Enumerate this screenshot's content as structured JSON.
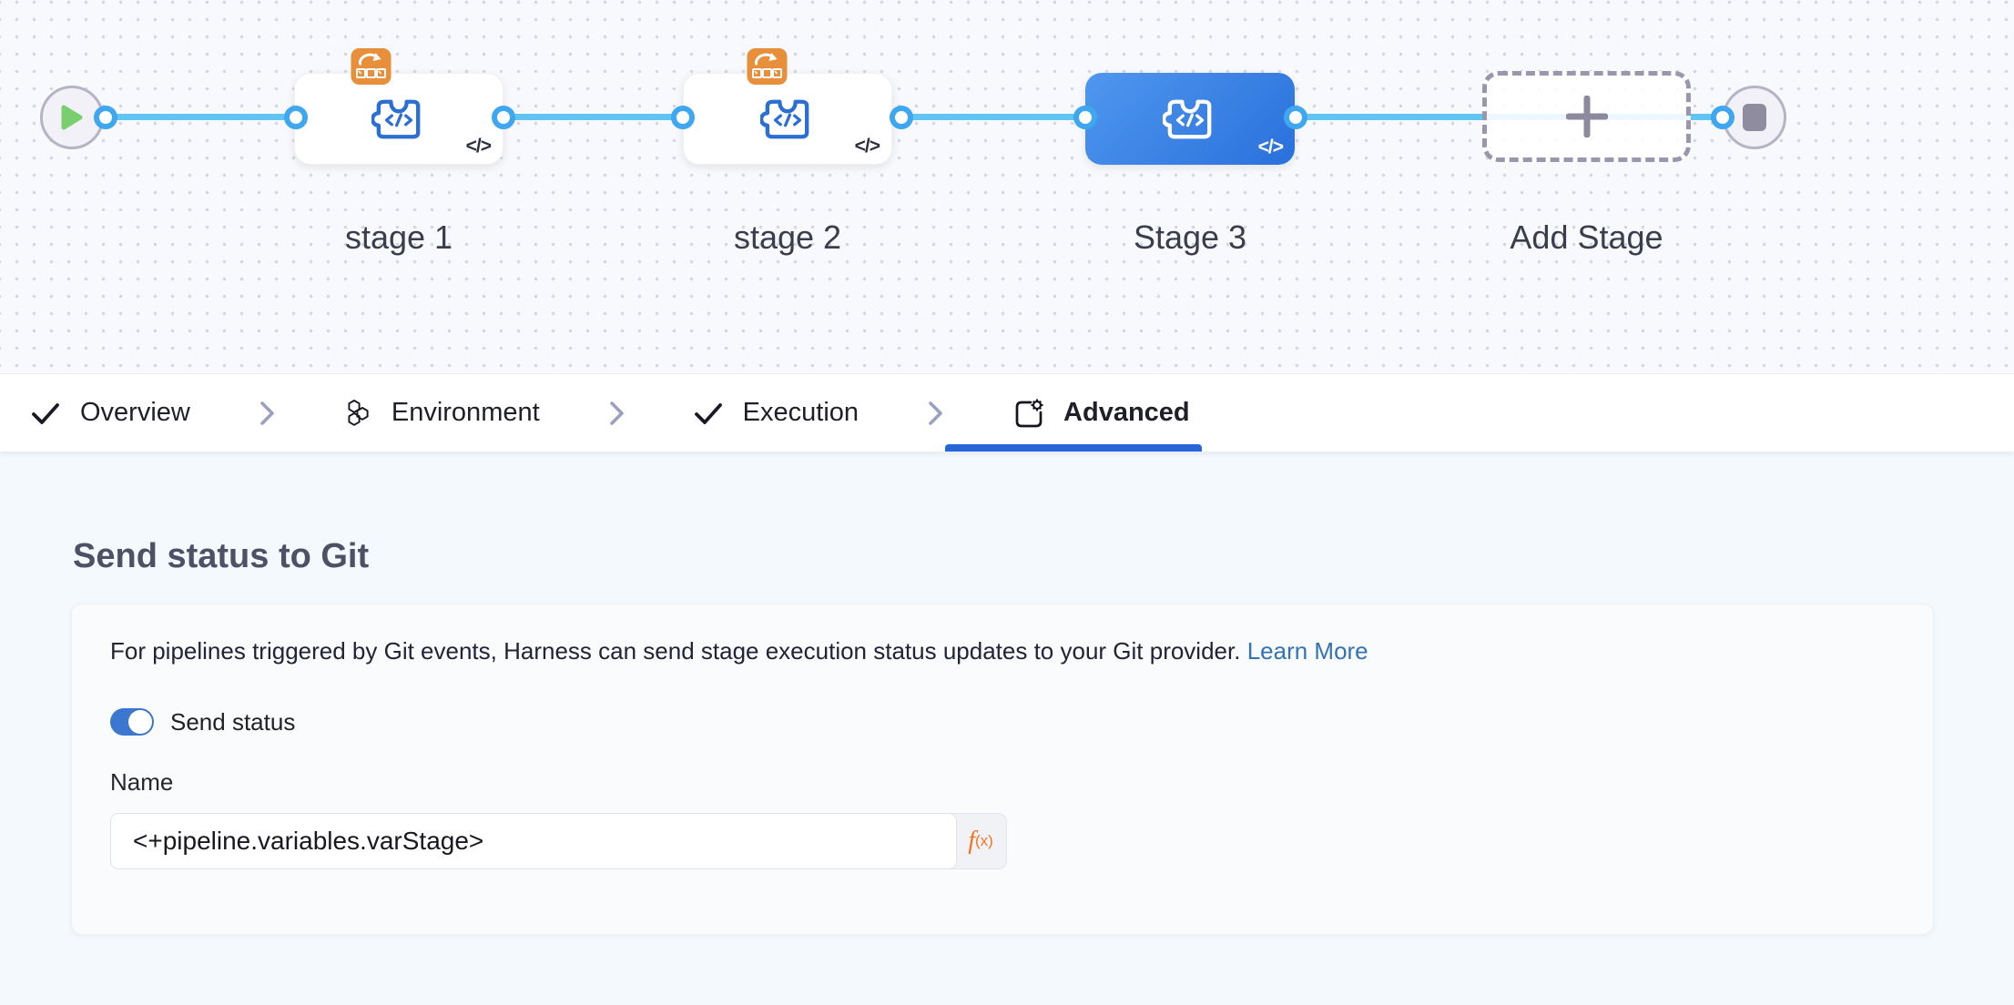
{
  "pipeline": {
    "stages": [
      {
        "label": "stage 1",
        "selected": false,
        "badge": "rolling-strategy",
        "code_glyph": "</>"
      },
      {
        "label": "stage 2",
        "selected": false,
        "badge": "rolling-strategy",
        "code_glyph": "</>"
      },
      {
        "label": "Stage 3",
        "selected": true,
        "badge": null,
        "code_glyph": "</>"
      }
    ],
    "add_stage": {
      "label": "Add Stage"
    },
    "start_node": "play",
    "end_node": "stop"
  },
  "tabs": [
    {
      "label": "Overview",
      "icon": "check-icon",
      "active": false
    },
    {
      "label": "Environment",
      "icon": "hexagons-icon",
      "active": false
    },
    {
      "label": "Execution",
      "icon": "check-icon",
      "active": false
    },
    {
      "label": "Advanced",
      "icon": "gear-doc-icon",
      "active": true
    }
  ],
  "panel": {
    "title": "Send status to Git",
    "description": "For pipelines triggered by Git events, Harness can send stage execution status updates to your Git provider.",
    "link_label": "Learn More",
    "toggle": {
      "label": "Send status",
      "state": "on"
    },
    "name_field": {
      "label": "Name",
      "value": "<+pipeline.variables.varStage>",
      "expression_f": "f",
      "expression_sub": "(x)"
    }
  },
  "colors": {
    "accent_blue": "#2766d9",
    "connector_blue": "#60c5f3",
    "selected_stage_top": "#4f97ee",
    "selected_stage_bottom": "#2a70dc",
    "badge_orange": "#e78f3a",
    "toggle_on_blue": "#3b76cf",
    "expression_orange": "#f5731f",
    "link_blue": "#3173b4"
  }
}
